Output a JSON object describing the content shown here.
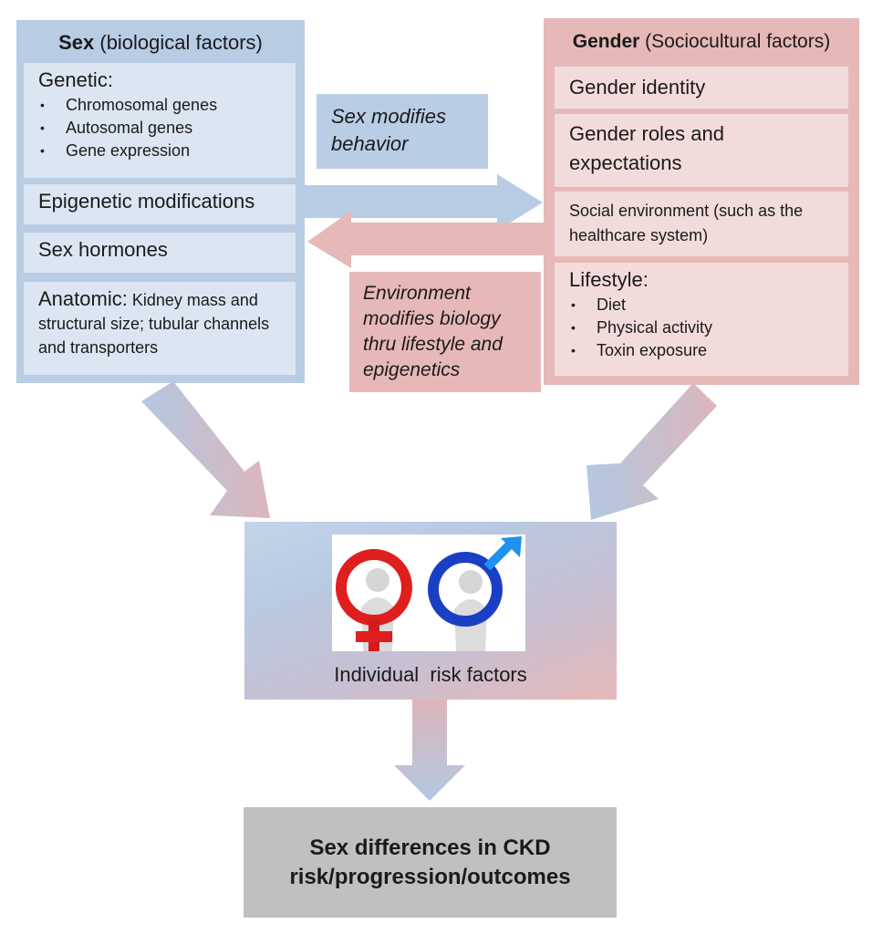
{
  "sex_panel": {
    "title_bold": "Sex",
    "title_rest": " (biological factors)",
    "genetic": {
      "heading": "Genetic:",
      "items": [
        "Chromosomal genes",
        "Autosomal genes",
        "Gene expression"
      ]
    },
    "epigenetic": "Epigenetic modifications",
    "hormones": "Sex hormones",
    "anatomic": {
      "heading": "Anatomic:",
      "text": " Kidney mass and structural size; tubular channels and transporters"
    }
  },
  "gender_panel": {
    "title_bold": "Gender",
    "title_rest": " (Sociocultural factors)",
    "identity": "Gender identity",
    "roles": "Gender roles and expectations",
    "social": "Social environment (such as the healthcare system)",
    "lifestyle": {
      "heading": "Lifestyle:",
      "items": [
        "Diet",
        "Physical activity",
        "Toxin exposure"
      ]
    }
  },
  "middle": {
    "sex_modifies": "Sex modifies behavior",
    "env_modifies": "Environment modifies biology thru lifestyle and epigenetics"
  },
  "center": {
    "label": "Individual  risk factors",
    "image_icons": [
      "female-symbol-figure",
      "male-symbol-figure"
    ]
  },
  "outcome": {
    "line1": "Sex differences in CKD",
    "line2": "risk/progression/outcomes"
  },
  "colors": {
    "blue_panel": "#b8cce4",
    "blue_box": "#dce6f2",
    "pink_panel": "#e6b9b8",
    "pink_box": "#f2dcdb",
    "outcome_gray": "#c0c0c0",
    "female_red": "#e01e1e",
    "male_blue": "#1b3fc4",
    "male_arrow": "#1e90ee"
  }
}
